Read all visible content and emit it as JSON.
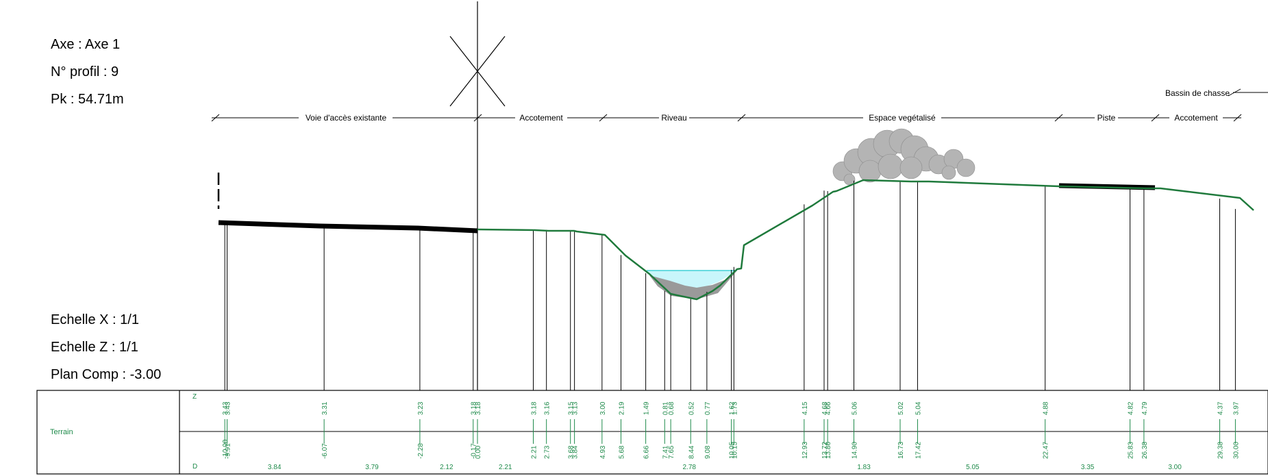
{
  "header": {
    "axe": "Axe : Axe 1",
    "profil": "N° profil : 9",
    "pk": "Pk : 54.71m"
  },
  "scales": {
    "echelle_x": "Echelle X : 1/1",
    "echelle_z": "Echelle Z : 1/1",
    "plan_comp": "Plan Comp : -3.00"
  },
  "zones": {
    "upper": "Bassin de chasse",
    "segments": [
      "Voie d'accès existante",
      "Accotement",
      "Riveau",
      "Espace vegétalisé",
      "Piste",
      "Accotement"
    ]
  },
  "table": {
    "row_label": "Terrain",
    "z_label": "Z",
    "d_label": "D",
    "points": [
      {
        "d": "-10.00",
        "z": "3.43"
      },
      {
        "d": "-9.91",
        "z": "3.43"
      },
      {
        "d": "-6.07",
        "z": "3.31"
      },
      {
        "d": "-2.28",
        "z": "3.23"
      },
      {
        "d": "-0.17",
        "z": "3.18"
      },
      {
        "d": "0.00",
        "z": "3.18"
      },
      {
        "d": "2.21",
        "z": "3.18"
      },
      {
        "d": "2.73",
        "z": "3.16"
      },
      {
        "d": "3.68",
        "z": "3.15"
      },
      {
        "d": "3.84",
        "z": "3.13"
      },
      {
        "d": "4.93",
        "z": "3.00"
      },
      {
        "d": "5.68",
        "z": "2.19"
      },
      {
        "d": "6.66",
        "z": "1.49"
      },
      {
        "d": "7.41",
        "z": "0.81"
      },
      {
        "d": "7.65",
        "z": "0.68"
      },
      {
        "d": "8.44",
        "z": "0.52"
      },
      {
        "d": "9.08",
        "z": "0.77"
      },
      {
        "d": "10.05",
        "z": "1.62"
      },
      {
        "d": "10.15",
        "z": "1.73"
      },
      {
        "d": "12.93",
        "z": "4.15"
      },
      {
        "d": "13.72",
        "z": "4.68"
      },
      {
        "d": "13.86",
        "z": "4.66"
      },
      {
        "d": "14.90",
        "z": "5.06"
      },
      {
        "d": "16.73",
        "z": "5.02"
      },
      {
        "d": "17.42",
        "z": "5.04"
      },
      {
        "d": "22.47",
        "z": "4.88"
      },
      {
        "d": "25.83",
        "z": "4.82"
      },
      {
        "d": "26.38",
        "z": "4.79"
      },
      {
        "d": "29.38",
        "z": "4.37"
      },
      {
        "d": "30.00",
        "z": "3.97"
      }
    ],
    "partial_distances": [
      "3.84",
      "3.79",
      "2.12",
      "2.21",
      "2.78",
      "1.83",
      "5.05",
      "3.35",
      "3.00"
    ]
  },
  "colors": {
    "terrain": "#1f7a3c",
    "table_text": "#1e8a4a",
    "water": "#c8f6fb",
    "water_edge": "#3fd0d6",
    "sediment": "#9a9a9a",
    "vegetation": "#a8a8a8"
  }
}
